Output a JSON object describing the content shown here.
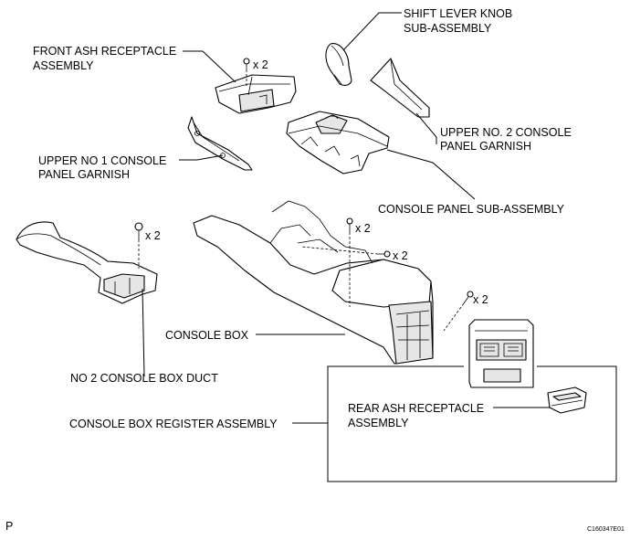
{
  "labels": {
    "shift_knob_1": "SHIFT LEVER KNOB",
    "shift_knob_2": "SUB-ASSEMBLY",
    "front_ash_1": "FRONT ASH RECEPTACLE",
    "front_ash_2": "ASSEMBLY",
    "upper2_1": "UPPER NO. 2 CONSOLE",
    "upper2_2": "PANEL GARNISH",
    "upper1_1": "UPPER NO  1 CONSOLE",
    "upper1_2": "PANEL GARNISH",
    "console_panel": "CONSOLE PANEL SUB-ASSEMBLY",
    "console_box": "CONSOLE BOX",
    "box_duct": "NO  2 CONSOLE BOX DUCT",
    "rear_ash_1": "REAR ASH RECEPTACLE",
    "rear_ash_2": "ASSEMBLY",
    "register": "CONSOLE BOX REGISTER ASSEMBLY"
  },
  "qty": {
    "front_ash": "x 2",
    "duct": "x 2",
    "box_a": "x 2",
    "box_b": "x 2",
    "box_c": "x 2"
  },
  "footer": {
    "page_letter": "P",
    "figure_id": "C160347E01"
  }
}
